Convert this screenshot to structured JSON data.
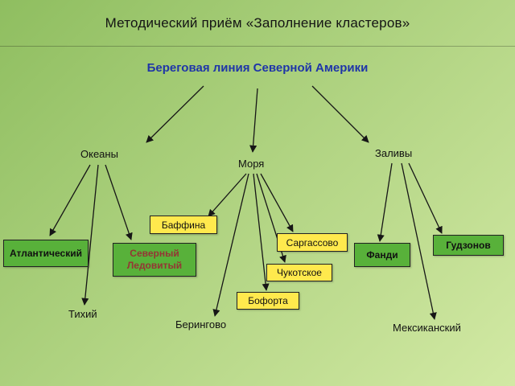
{
  "slide": {
    "title": "Методический приём «Заполнение кластеров»",
    "heading": "Береговая линия Северной Америки"
  },
  "categories": [
    {
      "label": "Океаны"
    },
    {
      "label": "Моря"
    },
    {
      "label": "Заливы"
    }
  ],
  "items": {
    "atlantic": {
      "label": "Атлантический",
      "group": "Океаны"
    },
    "arctic": {
      "label": "Северный Ледовитый",
      "group": "Океаны"
    },
    "pacific": {
      "label": "Тихий",
      "group": "Океаны"
    },
    "baffin": {
      "label": "Баффина",
      "group": "Моря"
    },
    "sargasso": {
      "label": "Саргассово",
      "group": "Моря"
    },
    "chukchi": {
      "label": "Чукотское",
      "group": "Моря"
    },
    "beaufort": {
      "label": "Бофорта",
      "group": "Моря"
    },
    "bering": {
      "label": "Берингово",
      "group": "Моря"
    },
    "fundy": {
      "label": "Фанди",
      "group": "Заливы"
    },
    "hudson": {
      "label": "Гудзонов",
      "group": "Заливы"
    },
    "mexican": {
      "label": "Мексиканский",
      "group": "Заливы"
    }
  },
  "colors": {
    "header_green": "#6fa03f",
    "header_green2": "#679а3a",
    "body_green_top": "#8fbe60",
    "body_green_bottom": "#d2e9a4",
    "box_green": "#58b13a",
    "box_yellow": "#ffe94d",
    "heading_blue": "#1f35a8",
    "arctic_text": "#943634",
    "arrow_color": "#161616"
  }
}
